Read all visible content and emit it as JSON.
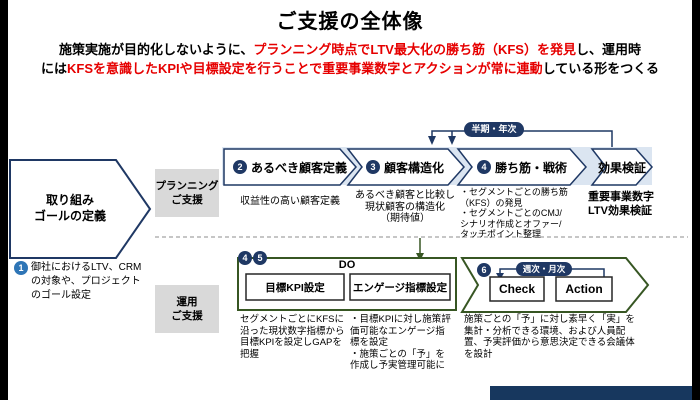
{
  "title": "ご支援の全体像",
  "lead": {
    "line1": {
      "black1": "施策実施が目的化しないように、",
      "red": "プランニング時点でLTV最大化の勝ち筋（KFS）を発見",
      "black2": "し、運用時"
    },
    "line2": {
      "black1": "には",
      "red": "KFSを意識したKPIや目標設定を行うことで重要事業数字とアクションが常に連動",
      "black2": "している形をつくる"
    }
  },
  "goal": {
    "chevron_label": "取り組み\nゴールの定義",
    "bullet_num": "1",
    "bullet_text": "御社におけるLTV、CRMの対象や、プロジェクトのゴール設定"
  },
  "row_labels": {
    "planning": "プランニング\nご支援",
    "operation": "運用\nご支援"
  },
  "planning": {
    "cycle_badge": "半期・年次",
    "steps": [
      {
        "num": "2",
        "label": "あるべき顧客定義",
        "desc": "収益性の高い顧客定義"
      },
      {
        "num": "3",
        "label": "顧客構造化",
        "desc": "あるべき顧客と比較し\n現状顧客の構造化\n（期待値）"
      },
      {
        "num": "4",
        "label": "勝ち筋・戦術",
        "desc": "・セグメントごとの勝ち筋\n（KFS）の発見\n・セグメントごとのCMJ/\nシナリオ作成とオファー/\nタッチポイント整理"
      }
    ],
    "verify": {
      "label": "効果検証",
      "desc": "重要事業数字\nLTV効果検証"
    }
  },
  "operation": {
    "cycle_badge": "週次・月次",
    "do": {
      "num1": "4",
      "num2": "5",
      "label": "DO",
      "kpi_label": "目標KPI設定",
      "kpi_desc": "セグメントごとにKFSに沿った現状数字指標から目標KPIを設定しGAPを把握",
      "engage_label": "エンゲージ指標設定",
      "engage_desc": "・目標KPIに対し施策評価可能なエンゲージ指標を設定\n・施策ごとの「予」を作成し予実管理可能に"
    },
    "check_action": {
      "num": "6",
      "check_label": "Check",
      "action_label": "Action",
      "desc": "施策ごとの「予」に対し素早く「実」を集計・分析できる環境、および人員配置、予実評価から意思決定できる会議体を設計"
    }
  },
  "colors": {
    "navy": "#1f3864",
    "accent_blue": "#2e75b6",
    "red": "#e60000",
    "band_blue": "#dbe5f1",
    "label_gray": "#d9d9d9",
    "dark_green": "#375623",
    "footer_navy": "#17375e"
  }
}
